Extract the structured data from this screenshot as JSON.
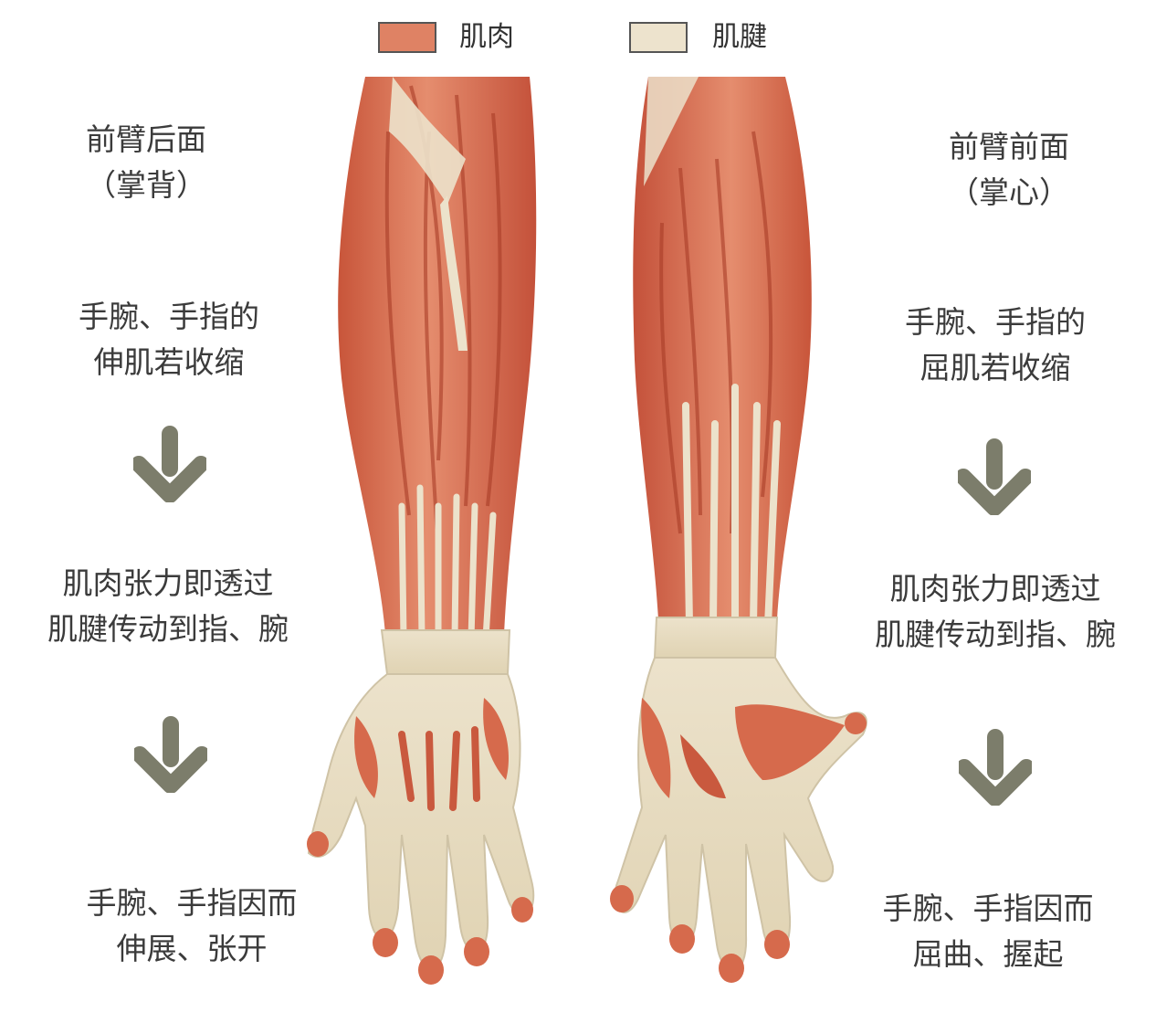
{
  "legend": {
    "muscle_label": "肌肉",
    "tendon_label": "肌腱",
    "muscle_color": "#df8264",
    "tendon_color": "#ede3cd"
  },
  "left": {
    "title": "前臂后面",
    "subtitle": "（掌背）",
    "step1_line1": "手腕、手指的",
    "step1_line2": "伸肌若收缩",
    "step2_line1": "肌肉张力即透过",
    "step2_line2": "肌腱传动到指、腕",
    "step3_line1": "手腕、手指因而",
    "step3_line2": "伸展、张开"
  },
  "right": {
    "title": "前臂前面",
    "subtitle": "（掌心）",
    "step1_line1": "手腕、手指的",
    "step1_line2": "屈肌若收缩",
    "step2_line1": "肌肉张力即透过",
    "step2_line2": "肌腱传动到指、腕",
    "step3_line1": "手腕、手指因而",
    "step3_line2": "屈曲、握起"
  },
  "colors": {
    "arrow": "#7c7d6b",
    "muscle_dark": "#b9432c",
    "muscle_mid": "#d2694c",
    "muscle_light": "#ea9a7c",
    "tendon": "#ece2cb",
    "tendon_shadow": "#cfc3a6",
    "text": "#3b3b3b"
  },
  "icons": {
    "arrow": "down-arrow-icon"
  }
}
